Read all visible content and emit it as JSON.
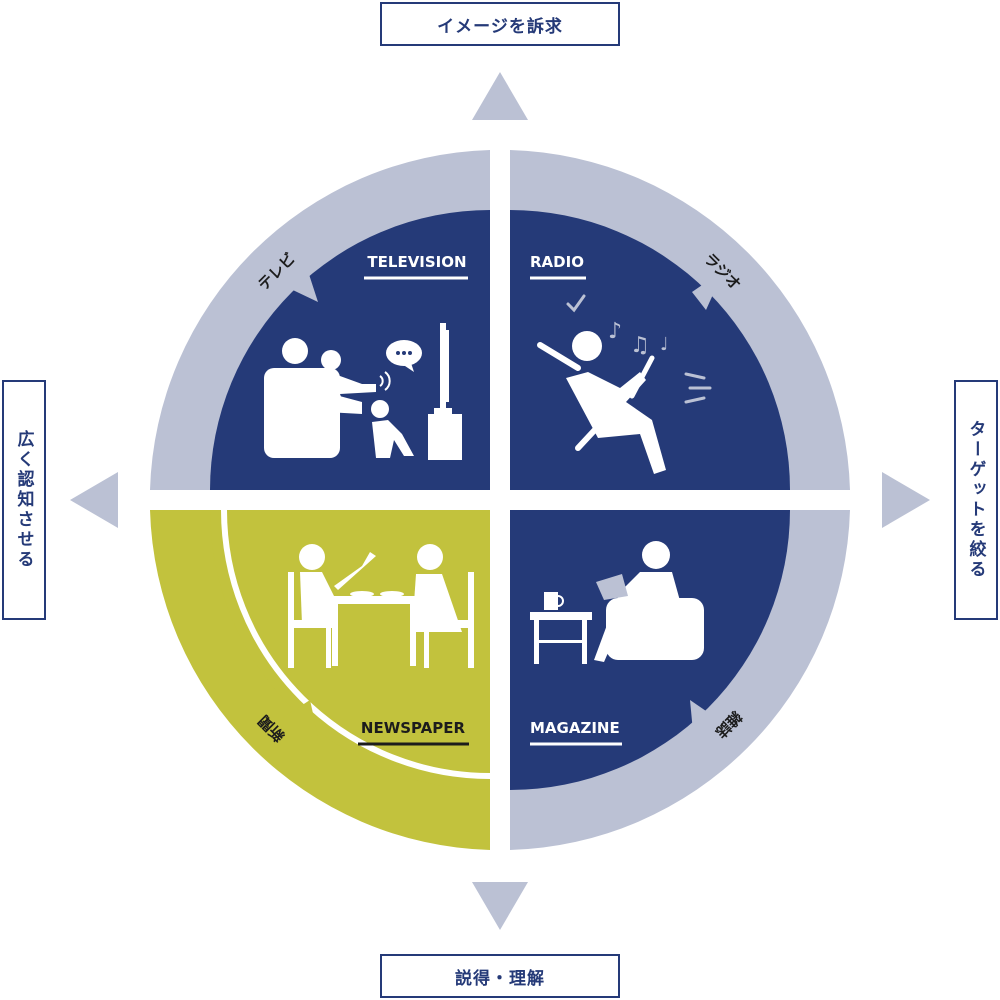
{
  "axes": {
    "top": "イメージを訴求",
    "bottom": "説得・理解",
    "left": "広く認知させる",
    "right": "ターゲットを絞る"
  },
  "quadrants": {
    "tv": {
      "title": "TELEVISION",
      "ring_label": "テレビ"
    },
    "radio": {
      "title": "RADIO",
      "ring_label": "ラジオ"
    },
    "magazine": {
      "title": "MAGAZINE",
      "ring_label": "雑誌"
    },
    "newspaper": {
      "title": "NEWSPAPER",
      "ring_label": "新聞"
    }
  },
  "colors": {
    "navy": "#253a78",
    "ring": "#bbc1d4",
    "olive": "#c2c23d",
    "white": "#ffffff"
  }
}
